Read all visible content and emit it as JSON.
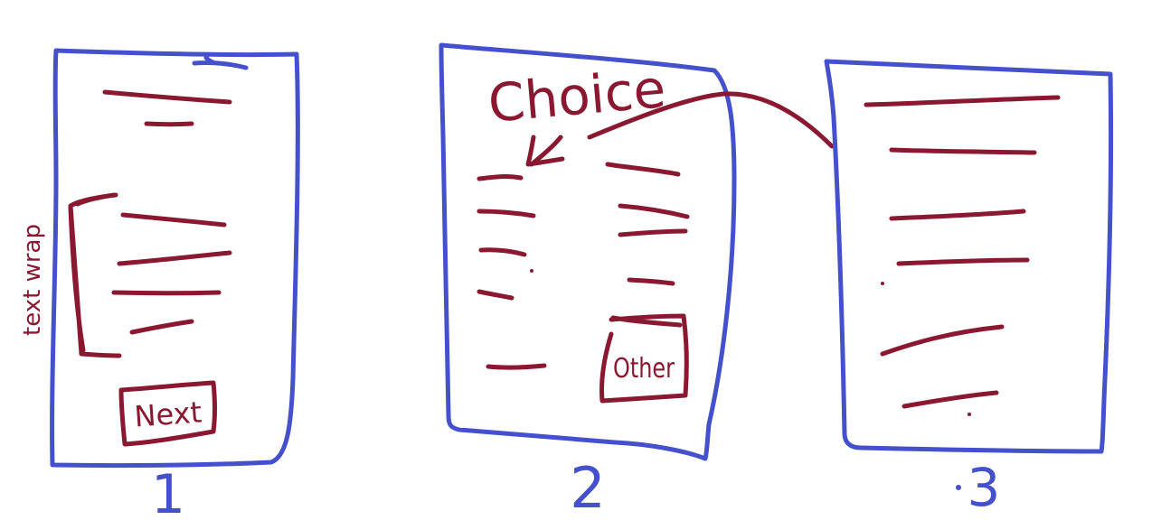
{
  "colors": {
    "frame": "#4450cc",
    "ink": "#8a1830"
  },
  "screens": [
    {
      "number": "1",
      "button": "Next",
      "bracket_note": "text wrap"
    },
    {
      "number": "2",
      "heading": "Choice",
      "button": "Other"
    },
    {
      "number": "3"
    }
  ]
}
